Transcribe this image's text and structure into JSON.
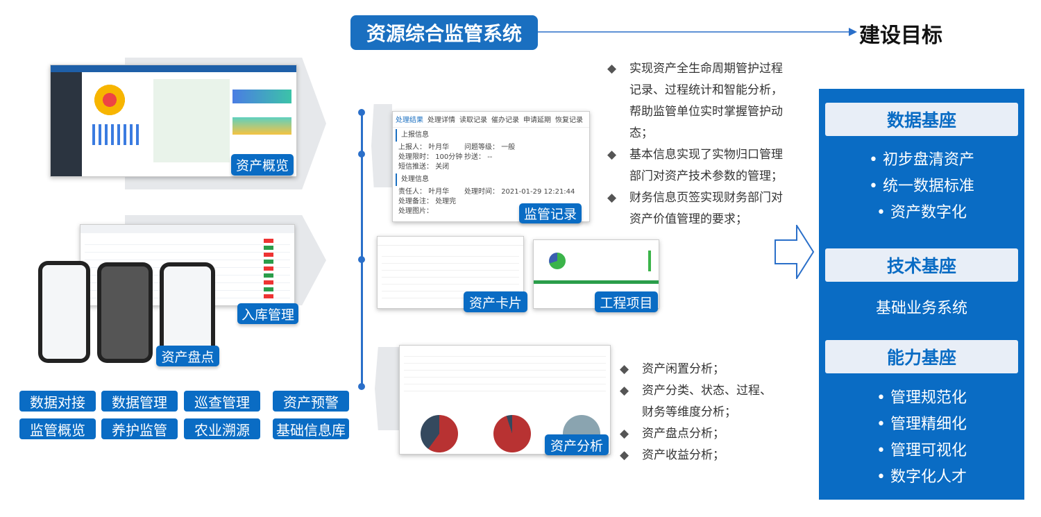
{
  "header": {
    "title": "资源综合监管系统",
    "goal": "建设目标"
  },
  "screens": {
    "overview": "资产概览",
    "warehouse": "入库管理",
    "inventory": "资产盘点",
    "supervision": "监管记录",
    "card": "资产卡片",
    "project": "工程项目",
    "analysis": "资产分析"
  },
  "supervision_panel": {
    "tabs": [
      "处理结果",
      "处理详情",
      "读取记录",
      "催办记录",
      "申请延期",
      "恢复记录"
    ],
    "report_section": "上报信息",
    "reporter_label": "上报人：",
    "reporter": "叶月华",
    "level_label": "问题等级：",
    "level": "一般",
    "limit_label": "处理限时：",
    "limit": "100分钟",
    "cc_label": "抄送：",
    "cc": "--",
    "sms_label": "短信推送：",
    "sms": "关闭",
    "process_section": "处理信息",
    "owner_label": "责任人：",
    "owner": "叶月华",
    "time_label": "处理时间：",
    "time": "2021-01-29 12:21:44",
    "note_label": "处理备注：",
    "note": "处理完",
    "img_label": "处理图片："
  },
  "modules": [
    "数据对接",
    "数据管理",
    "巡查管理",
    "资产预警",
    "监管概览",
    "养护监管",
    "农业溯源",
    "基础信息库"
  ],
  "bullets_top": [
    "实现资产全生命周期管护过程记录、过程统计和智能分析，帮助监管单位实时掌握管护动态；",
    "基本信息实现了实物归口管理部门对资产技术参数的管理；",
    "财务信息页签实现财务部门对资产价值管理的要求；"
  ],
  "bullets_bottom": [
    "资产闲置分析；",
    "资产分类、状态、过程、财务等维度分析；",
    "资产盘点分析；",
    "资产收益分析；"
  ],
  "goals": {
    "data": {
      "title": "数据基座",
      "items": [
        "初步盘清资产",
        "统一数据标准",
        "资产数字化"
      ]
    },
    "tech": {
      "title": "技术基座",
      "items": [
        "基础业务系统"
      ]
    },
    "ability": {
      "title": "能力基座",
      "items": [
        "管理规范化",
        "管理精细化",
        "管理可视化",
        "数字化人才"
      ]
    }
  },
  "colors": {
    "primary": "#0a6cc4",
    "title": "#1a6fc0"
  }
}
